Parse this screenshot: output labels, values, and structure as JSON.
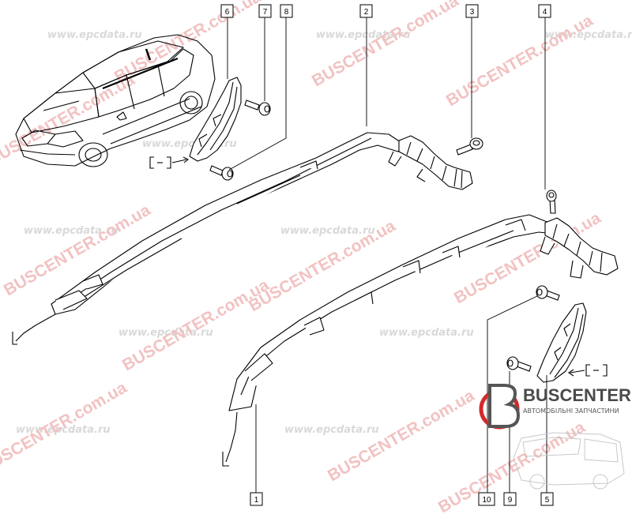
{
  "watermarks": {
    "epcdata": "www.epcdata.ru",
    "buscenter": "BUSCENTER.com.ua"
  },
  "callouts": [
    "6",
    "7",
    "8",
    "2",
    "3",
    "4",
    "1",
    "10",
    "9",
    "5"
  ],
  "logo": {
    "name": "BUSCENTER",
    "subtitle": "АВТОМОБІЛЬНІ ЗАПЧАСТИНИ"
  },
  "colors": {
    "line": "#000000",
    "watermark_red": "#f2c2c2",
    "watermark_grey": "#d9d9d9",
    "logo_red": "#d42a2a"
  }
}
